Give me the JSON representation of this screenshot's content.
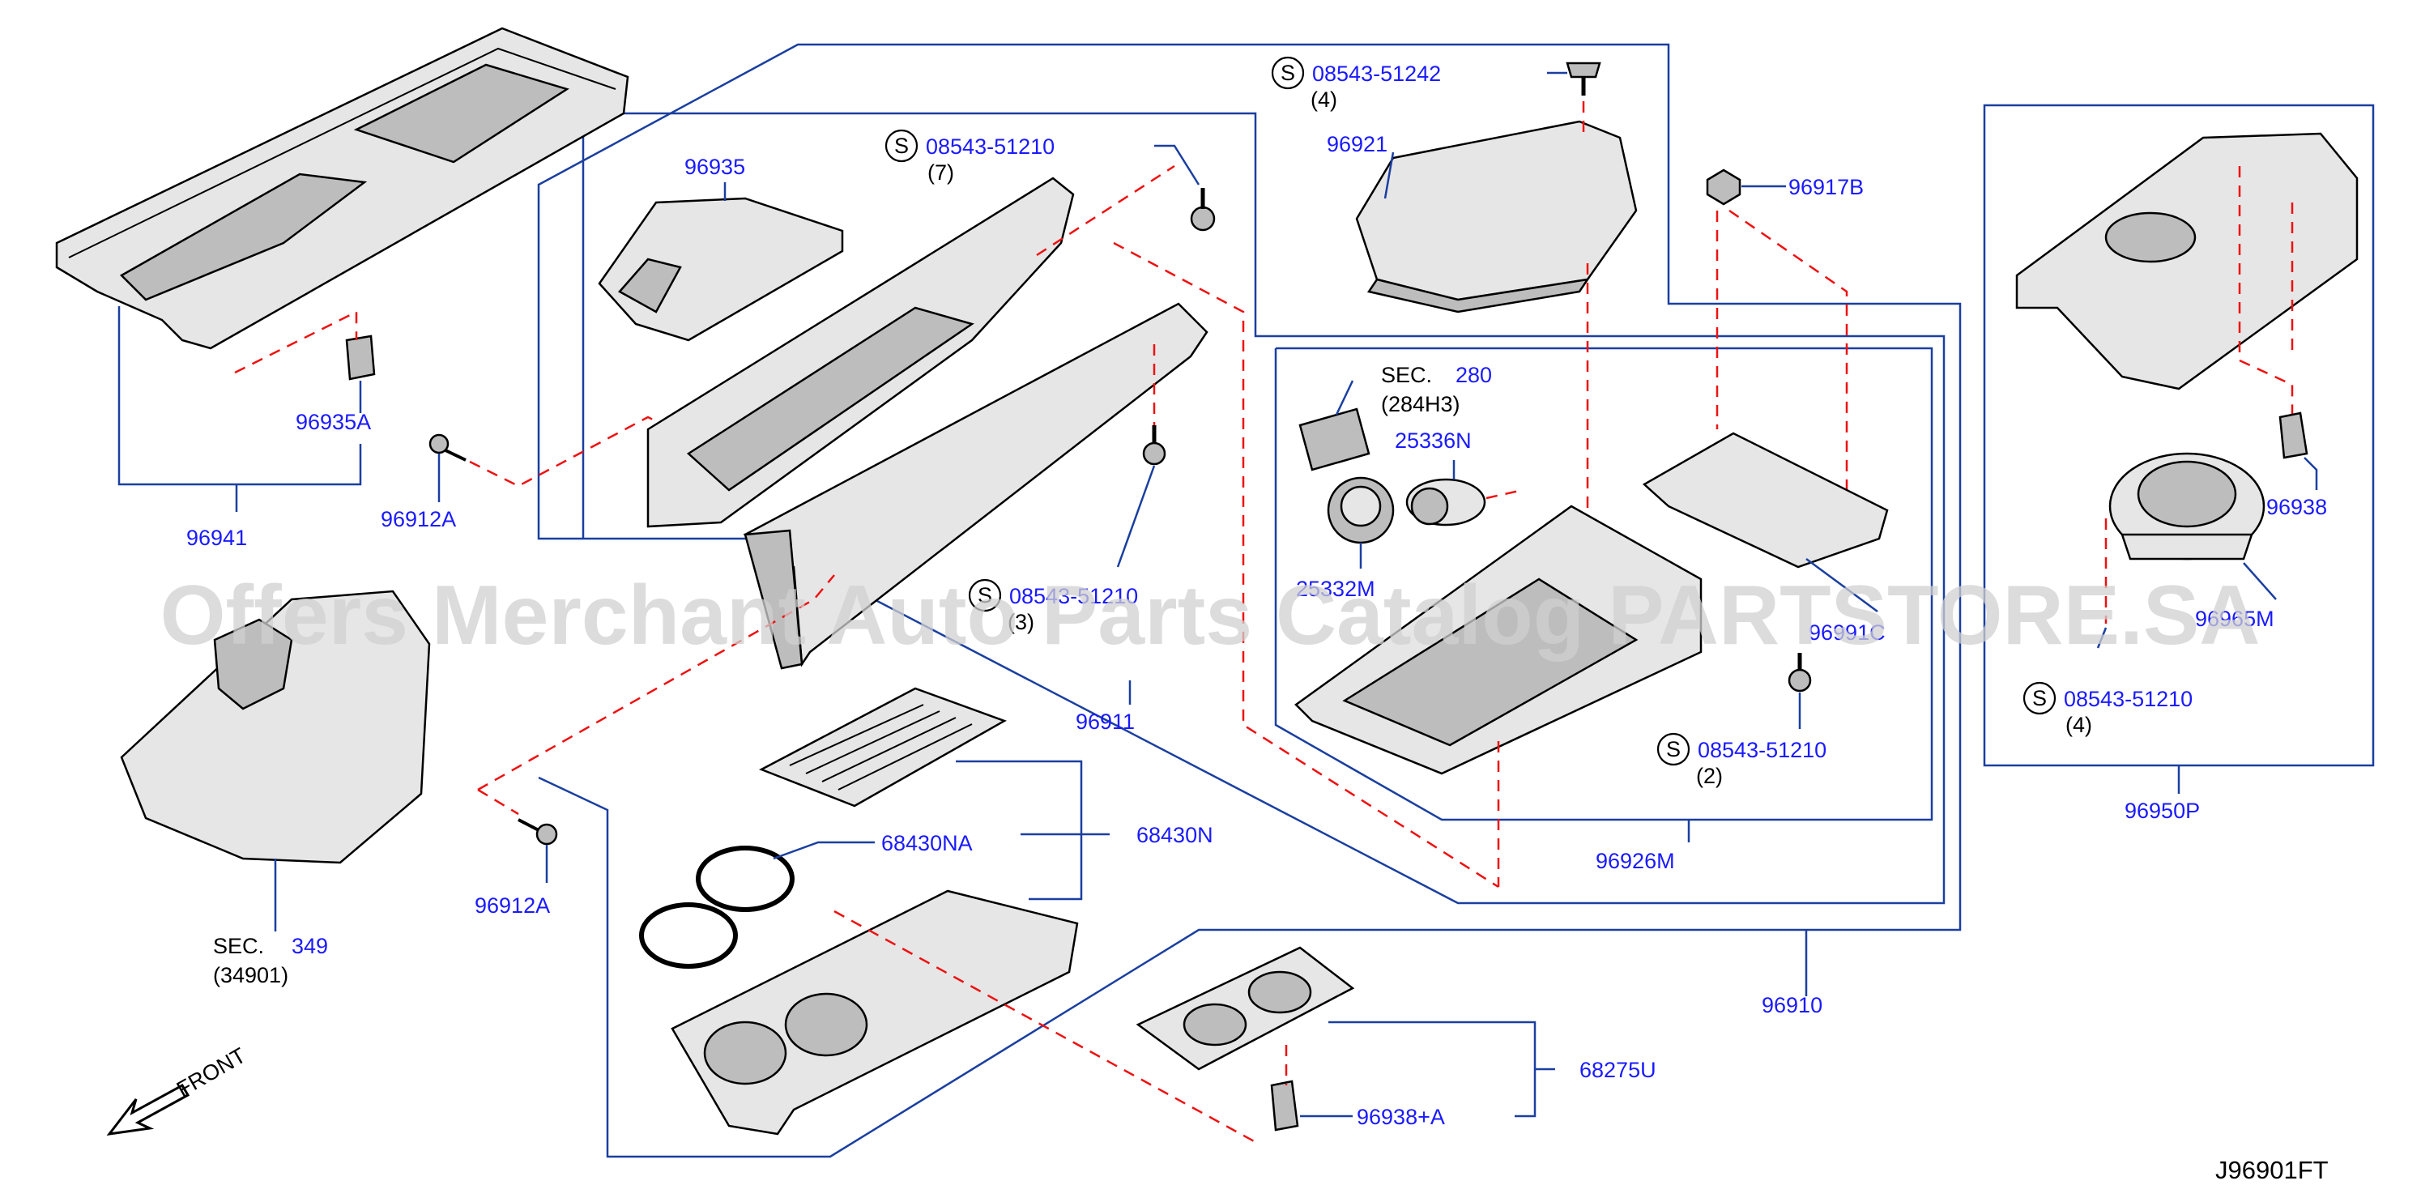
{
  "diagram": {
    "code": "J96901FT",
    "watermark": "Offers Merchant Auto Parts Catalog PARTSTORE.SA",
    "front_label": "FRONT",
    "s_badge": "S",
    "colors": {
      "part_number": "#1a1aff",
      "leader_line": "#1a3fa0",
      "dashed_line": "#ee1111",
      "watermark": "#d0d0d0"
    },
    "labels": {
      "p96941": "96941",
      "p96935A": "96935A",
      "p96912A_top": "96912A",
      "p96912A_bottom": "96912A",
      "p96935": "96935",
      "p96911": "96911",
      "p96921": "96921",
      "p96917B": "96917B",
      "p96910": "96910",
      "p96926M": "96926M",
      "p25336N": "25336N",
      "p25332M": "25332M",
      "p96991C": "96991C",
      "p68430N": "68430N",
      "p68430NA": "68430NA",
      "p68275U": "68275U",
      "p96938A": "96938+A",
      "p96938": "96938",
      "p96965M": "96965M",
      "p96950P": "96950P",
      "sec_prefix": "SEC.",
      "sec280_num": "280",
      "sec280_sub": "(284H3)",
      "sec349_num": "349",
      "sec349_sub": "(34901)",
      "bolt_51242": "08543-51242",
      "bolt_51242_qty": "(4)",
      "bolt_51210_a": "08543-51210",
      "bolt_51210_a_qty": "(7)",
      "bolt_51210_b": "08543-51210",
      "bolt_51210_b_qty": "(3)",
      "bolt_51210_c": "08543-51210",
      "bolt_51210_c_qty": "(2)",
      "bolt_51210_d": "08543-51210",
      "bolt_51210_d_qty": "(4)"
    }
  }
}
